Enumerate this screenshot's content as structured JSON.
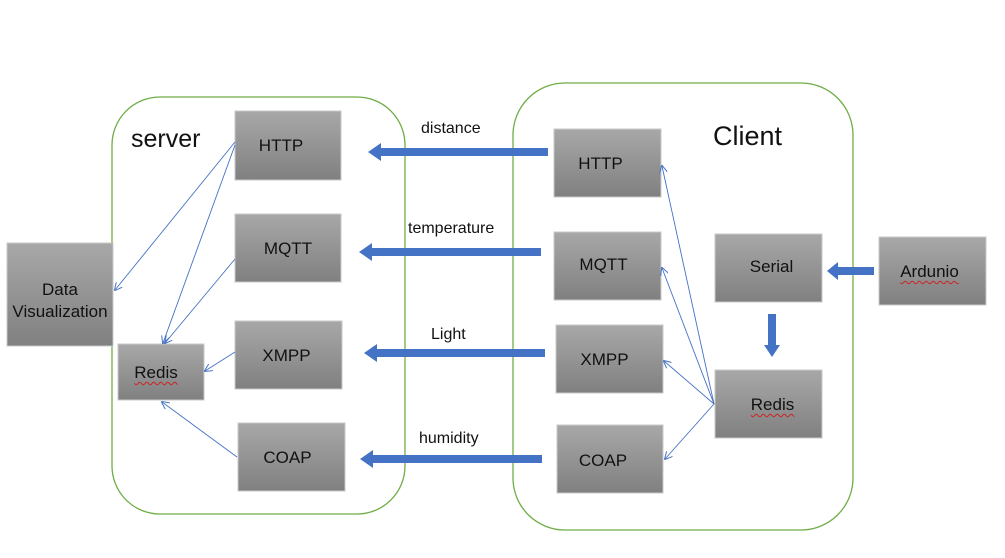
{
  "groups": {
    "server": {
      "title": "server"
    },
    "client": {
      "title": "Client"
    }
  },
  "nodes": {
    "data_visualization": {
      "line1": "Data",
      "line2": "Visualization"
    },
    "server_http": {
      "label": "HTTP"
    },
    "server_mqtt": {
      "label": "MQTT"
    },
    "server_xmpp": {
      "label": "XMPP"
    },
    "server_coap": {
      "label": "COAP"
    },
    "server_redis": {
      "label": "Redis"
    },
    "client_http": {
      "label": "HTTP"
    },
    "client_mqtt": {
      "label": "MQTT"
    },
    "client_xmpp": {
      "label": "XMPP"
    },
    "client_coap": {
      "label": "COAP"
    },
    "client_serial": {
      "label": "Serial"
    },
    "client_redis": {
      "label": "Redis"
    },
    "arduino": {
      "label": "Ardunio"
    }
  },
  "flows": {
    "distance": "distance",
    "temperature": "temperature",
    "light": "Light",
    "humidity": "humidity"
  },
  "colors": {
    "box_fill_top": "#a6a6a6",
    "box_fill_bottom": "#7f7f7f",
    "group_border": "#70ad47",
    "arrow": "#4472c4",
    "thin_line": "#4472c4"
  }
}
